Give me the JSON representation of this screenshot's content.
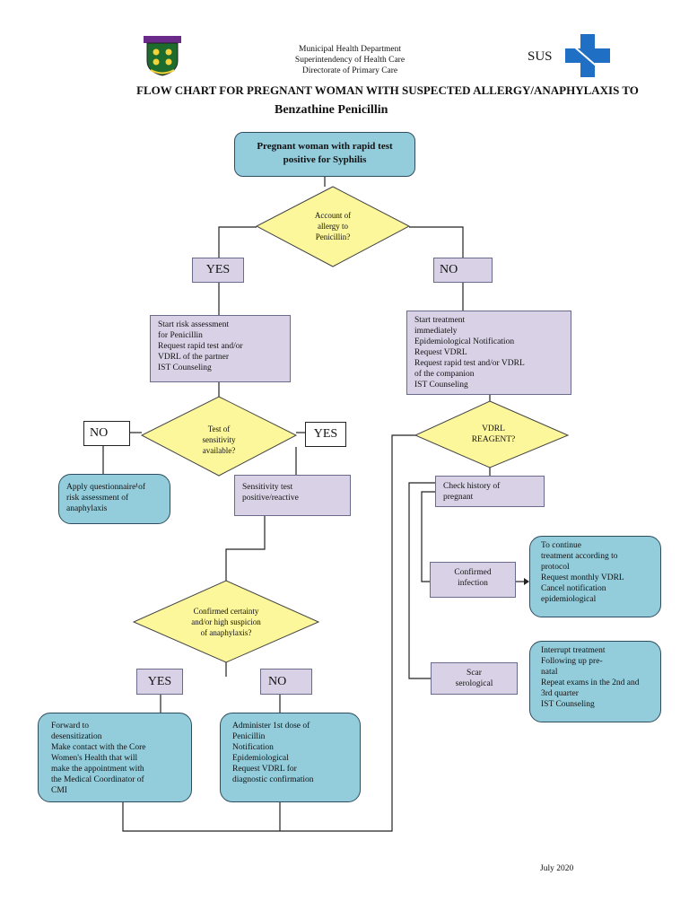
{
  "header": {
    "dept_line1": "Municipal Health Department",
    "dept_line2": "Superintendency of Health Care",
    "dept_line3": "Directorate of Primary Care",
    "sus_text": "SUS",
    "title_line1": "FLOW CHART FOR PREGNANT WOMAN WITH SUSPECTED ALLERGY/ANAPHYLAXIS TO",
    "title_line2": "Benzathine Penicillin"
  },
  "nodes": {
    "start": "Pregnant woman with rapid test\npositive for Syphilis",
    "q_allergy": "Account of\nallergy to\nPenicillin?",
    "yes1": "YES",
    "no1": "NO",
    "risk_assessment": "Start risk assessment\nfor Penicillin\nRequest rapid test and/or\nVDRL of the partner\nIST Counseling",
    "start_treatment": "Start treatment\nimmediately\nEpidemiological Notification\nRequest VDRL\nRequest rapid test and/or VDRL\nof the companion\nIST Counseling",
    "q_sensitivity": "Test of\nsensitivity\navailable?",
    "no2": "NO",
    "yes2": "YES",
    "questionnaire": "Apply questionnaire¹of\nrisk assessment of\nanaphylaxis",
    "sensitivity_positive": "Sensitivity test\npositive/reactive",
    "q_vdrl": "VDRL\nREAGENT?",
    "check_history": "Check history of\npregnant",
    "confirmed_infection": "Confirmed\ninfection",
    "continue_treatment": "To continue\ntreatment according to\nprotocol\nRequest monthly VDRL\nCancel notification\nepidemiological",
    "scar": "Scar\nserological",
    "interrupt": "Interrupt treatment\nFollowing up pre-\nnatal\nRepeat exams in the 2nd and\n3rd quarter\nIST Counseling",
    "q_confirmed": "Confirmed certainty\nand/or high suspicion\nof anaphylaxis?",
    "yes3": "YES",
    "no3": "NO",
    "desensitization": "Forward to\ndesensitization\nMake contact with the Core\nWomen's Health that will\nmake the appointment with\nthe Medical Coordinator of\nCMI",
    "first_dose": "Administer 1st dose of\nPenicillin\nNotification\nEpidemiological\nRequest VDRL for\ndiagnostic confirmation"
  },
  "footer": {
    "date": "July 2020"
  },
  "colors": {
    "purple": "#d9d2e6",
    "blue": "#93cddc",
    "yellow": "#fdf79b",
    "sus_blue": "#1f6fc4"
  }
}
